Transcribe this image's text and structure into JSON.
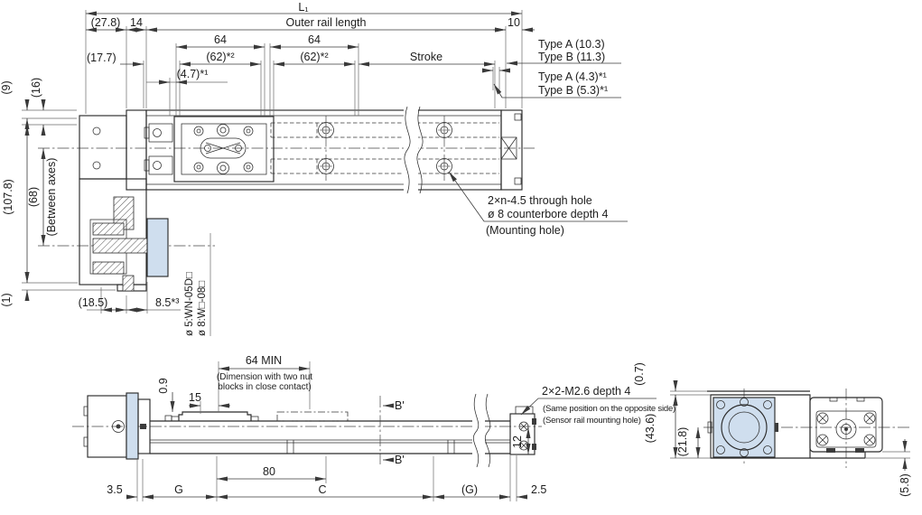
{
  "colors": {
    "line": "#2b2b2b",
    "dim": "#3a3a3a",
    "highlight": "#cfdeee",
    "background": "#ffffff"
  },
  "top": {
    "l1": "L₁",
    "d27_8": "(27.8)",
    "d14": "14",
    "outer_rail": "Outer rail length",
    "d10": "10",
    "d17_7": "(17.7)",
    "d64_a": "64",
    "d64_b": "64",
    "d62_a": "(62)*²",
    "d62_b": "(62)*²",
    "stroke": "Stroke",
    "d4_7": "(4.7)*¹",
    "type_a1": "Type A (10.3)",
    "type_b1": "Type B (11.3)",
    "type_a2": "Type A (4.3)*¹",
    "type_b2": "Type B (5.3)*¹",
    "d9": "(9)",
    "d16": "(16)",
    "d107_8": "(107.8)",
    "d68": "(68)",
    "between_axes": "(Between axes)",
    "d1": "(1)",
    "d18_5": "(18.5)",
    "d8_5": "8.5*³",
    "model1": "ø 5:WN-05D□",
    "model2": "ø 8:W□-08□",
    "mount1": "2×n-4.5 through hole",
    "mount2": "ø 8 counterbore depth 4",
    "mount3": "(Mounting hole)"
  },
  "front": {
    "d64min": "64 MIN",
    "note1": "(Dimension with two nut",
    "note2": "blocks in close contact)",
    "d0_9": "0.9",
    "d15": "15",
    "b_top": "B'",
    "b_bot": "B'",
    "sens1": "2×2-M2.6 depth 4",
    "sens2": "(Same position on the opposite side)",
    "sens3": "(Sensor rail mounting hole)",
    "d12": "12",
    "d80": "80",
    "d3_5": "3.5",
    "g": "G",
    "c": "C",
    "g2": "(G)",
    "d2_5": "2.5"
  },
  "end": {
    "d0_7": "(0.7)",
    "d43_6": "(43.6)",
    "d21_8": "(21.8)",
    "d5_8": "(5.8)"
  }
}
